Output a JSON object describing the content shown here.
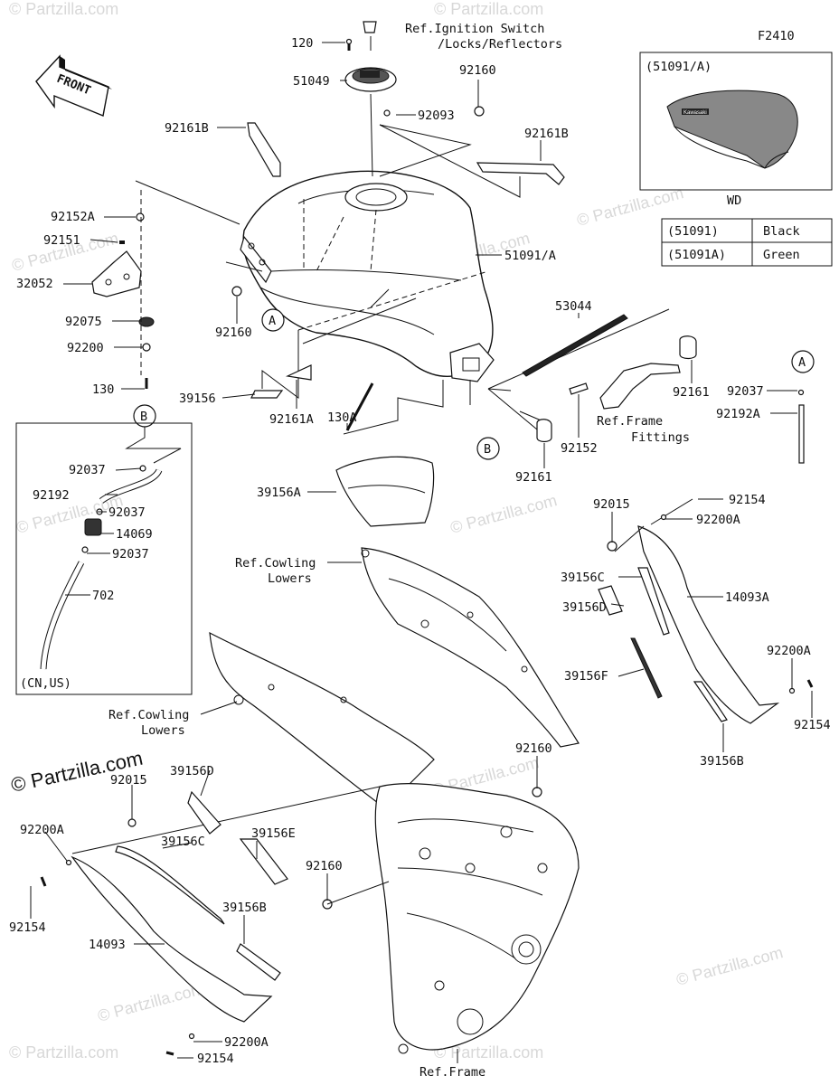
{
  "figure_code": "F2410",
  "front_label": "FRONT",
  "brand": "© Partzilla.com",
  "watermarks": [
    "© Partzilla.com",
    "© Partzilla.com",
    "© Partzilla.com",
    "© Partzilla.com",
    "© Partzilla.com",
    "© Partzilla.com",
    "© Partzilla.com",
    "© Partzilla.com",
    "© Partzilla.com",
    "© Partzilla.com",
    "© Partzilla.com",
    "© Partzilla.com"
  ],
  "inset": {
    "title": "(51091/A)",
    "caption": "WD",
    "tank_logo": "Kawasaki"
  },
  "color_table": {
    "rows": [
      {
        "part": "(51091)",
        "color": "Black"
      },
      {
        "part": "(51091A)",
        "color": "Green"
      }
    ]
  },
  "markers": {
    "a": "A",
    "b": "B"
  },
  "box": {
    "caption": "(CN,US)"
  },
  "ref": {
    "ignition_1": "Ref.Ignition Switch",
    "ignition_2": "/Locks/Reflectors",
    "frame_fittings_1": "Ref.Frame",
    "frame_fittings_2": "Fittings",
    "cowling_upper_1": "Ref.Cowling",
    "cowling_upper_2": "Lowers",
    "cowling_lower_1": "Ref.Cowling",
    "cowling_lower_2": "Lowers",
    "frame": "Ref.Frame"
  },
  "labels": {
    "p120": "120",
    "p51049": "51049",
    "p92160_top": "92160",
    "p92093": "92093",
    "p92161b_l": "92161B",
    "p92161b_r": "92161B",
    "p92152a": "92152A",
    "p92151": "92151",
    "p32052": "32052",
    "p92075": "92075",
    "p92200": "92200",
    "p130": "130",
    "p92160_mid": "92160",
    "p51091a": "51091/A",
    "p53044": "53044",
    "p92161_r": "92161",
    "p92037_r": "92037",
    "p92192a": "92192A",
    "p39156": "39156",
    "p92161a": "92161A",
    "p130a": "130A",
    "p92152": "92152",
    "p92161_b": "92161",
    "p39156a": "39156A",
    "p92037_1": "92037",
    "p92192": "92192",
    "p92037_2": "92037",
    "p14069": "14069",
    "p92037_3": "92037",
    "p702": "702",
    "p92015_r": "92015",
    "p92154_r1": "92154",
    "p92200a_r1": "92200A",
    "p39156c_r": "39156C",
    "p14093a": "14093A",
    "p39156d_r": "39156D",
    "p39156f": "39156F",
    "p92200a_r2": "92200A",
    "p92154_r2": "92154",
    "p39156b_r": "39156B",
    "p92160_low": "92160",
    "p39156d_l": "39156D",
    "p92015_l": "92015",
    "p92200a_l": "92200A",
    "p39156c_l": "39156C",
    "p39156e": "39156E",
    "p92160_frame": "92160",
    "p92154_l": "92154",
    "p39156b_l": "39156B",
    "p14093": "14093",
    "p92200a_b": "92200A",
    "p92154_b": "92154"
  }
}
